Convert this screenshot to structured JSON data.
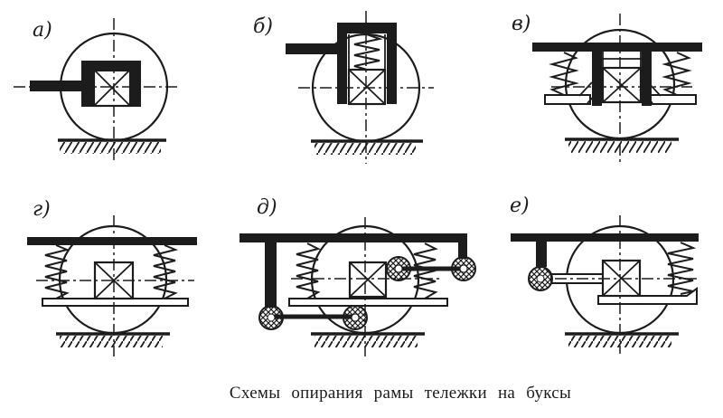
{
  "figure": {
    "caption": "Схемы опирания рамы тележки на буксы",
    "ink_color": "#1c1c1c",
    "paper_color": "#ffffff",
    "diagrams": [
      {
        "label": "а)"
      },
      {
        "label": "б)"
      },
      {
        "label": "в)"
      },
      {
        "label": "г)"
      },
      {
        "label": "д)"
      },
      {
        "label": "е)"
      }
    ]
  }
}
